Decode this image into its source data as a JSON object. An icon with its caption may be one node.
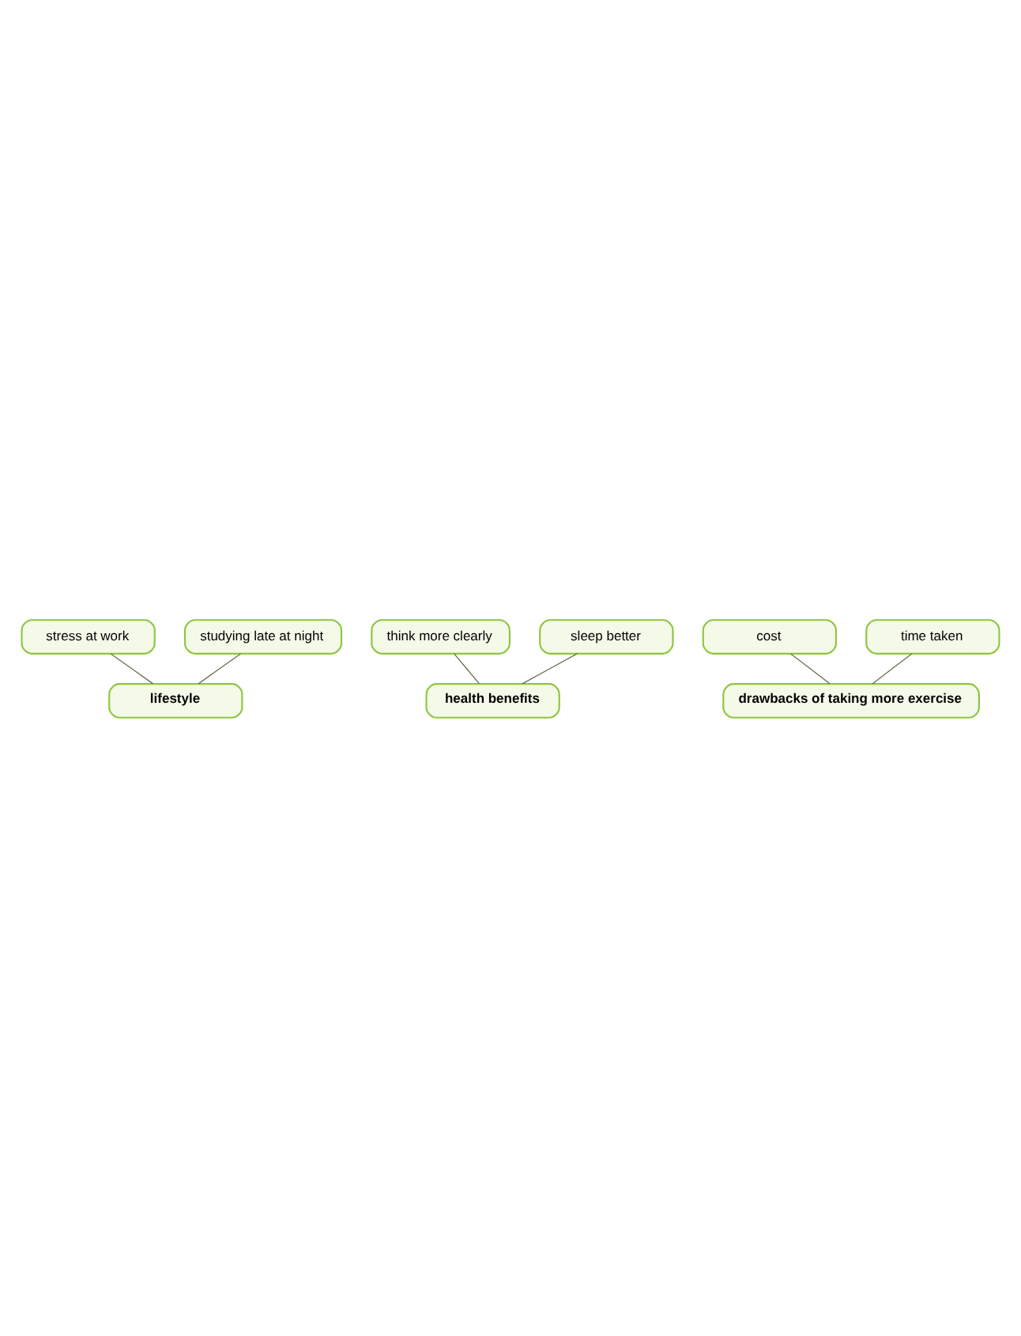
{
  "diagram": {
    "nodes": [
      {
        "text": [
          "stress at work"
        ]
      },
      {
        "text": [
          "studying late at night"
        ]
      },
      {
        "text": [
          "lifestyle"
        ]
      },
      {
        "text": [
          "think more clearly"
        ]
      },
      {
        "text": [
          "sleep better"
        ]
      },
      {
        "text": [
          "health benefits"
        ]
      },
      {
        "text": [
          "cost"
        ]
      },
      {
        "text": [
          "time taken"
        ]
      },
      {
        "text": [
          "drawbacks of taking more exercise"
        ]
      }
    ],
    "edges": [
      {
        "from": 0,
        "to": 2,
        "arrow": "none"
      },
      {
        "from": 1,
        "to": 2,
        "arrow": "none"
      },
      {
        "from": 3,
        "to": 5,
        "arrow": "none"
      },
      {
        "from": 4,
        "to": 5,
        "arrow": "none"
      },
      {
        "from": 6,
        "to": 8,
        "arrow": "none"
      },
      {
        "from": 7,
        "to": 8,
        "arrow": "none"
      }
    ]
  }
}
